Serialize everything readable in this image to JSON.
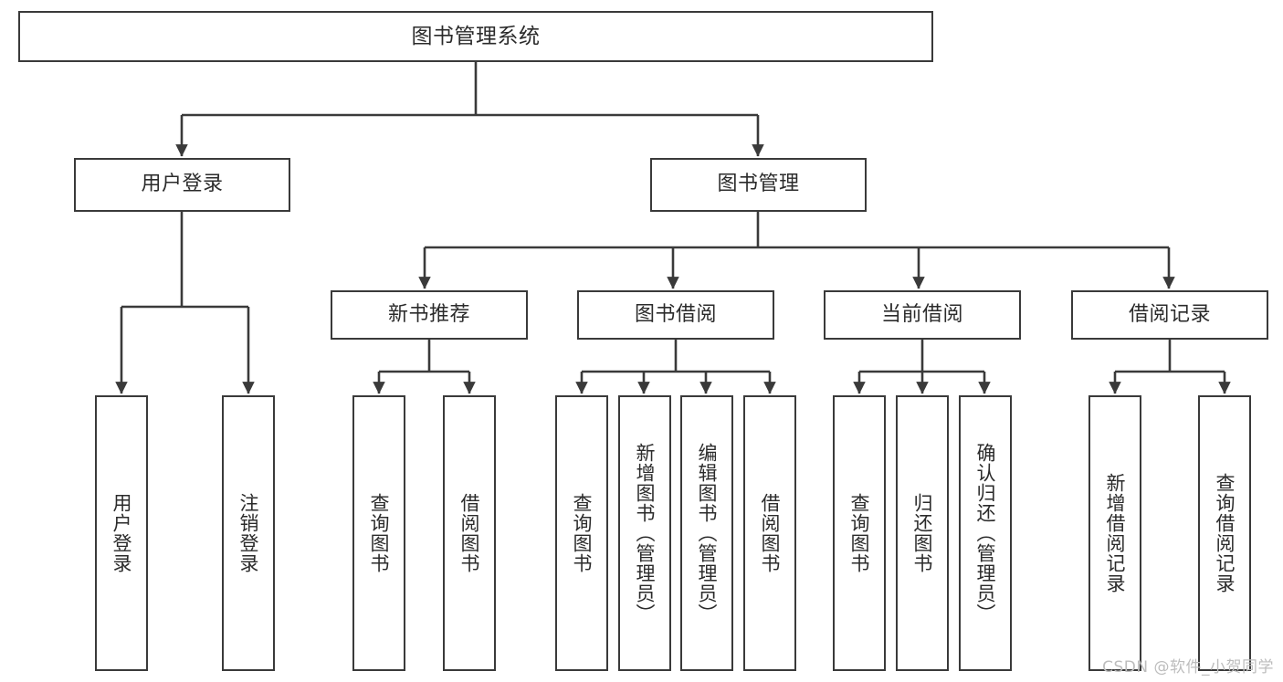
{
  "diagram": {
    "title": "图书管理系统",
    "type": "tree",
    "watermark": "CSDN @软件_小贺同学",
    "colors": {
      "stroke": "#3a3a3a",
      "node_fill": "#ffffff",
      "text": "#2b2b2b",
      "watermark": "#bdbdbd",
      "background": "#ffffff"
    },
    "nodes": {
      "root": {
        "label": "图书管理系统"
      },
      "level2": [
        {
          "id": "user-login",
          "label": "用户登录"
        },
        {
          "id": "book-management",
          "label": "图书管理"
        }
      ],
      "level3": [
        {
          "id": "new-book-recommend",
          "label": "新书推荐"
        },
        {
          "id": "book-borrow",
          "label": "图书借阅"
        },
        {
          "id": "current-borrow",
          "label": "当前借阅"
        },
        {
          "id": "borrow-record",
          "label": "借阅记录"
        }
      ],
      "leaves": {
        "user-login": [
          {
            "id": "leaf-user-login",
            "label": "用户登录"
          },
          {
            "id": "leaf-logout-login",
            "label": "注销登录"
          }
        ],
        "new-book-recommend": [
          {
            "id": "leaf-query-book-1",
            "label": "查询图书"
          },
          {
            "id": "leaf-borrow-book-1",
            "label": "借阅图书"
          }
        ],
        "book-borrow": [
          {
            "id": "leaf-query-book-2",
            "label": "查询图书"
          },
          {
            "id": "leaf-add-book-admin",
            "label": "新增图书（管理员）"
          },
          {
            "id": "leaf-edit-book-admin",
            "label": "编辑图书（管理员）"
          },
          {
            "id": "leaf-borrow-book-2",
            "label": "借阅图书"
          }
        ],
        "current-borrow": [
          {
            "id": "leaf-query-book-3",
            "label": "查询图书"
          },
          {
            "id": "leaf-return-book",
            "label": "归还图书"
          },
          {
            "id": "leaf-confirm-return-admin",
            "label": "确认归还（管理员）"
          }
        ],
        "borrow-record": [
          {
            "id": "leaf-add-borrow-record",
            "label": "新增借阅记录"
          },
          {
            "id": "leaf-query-borrow-record",
            "label": "查询借阅记录"
          }
        ]
      }
    }
  }
}
